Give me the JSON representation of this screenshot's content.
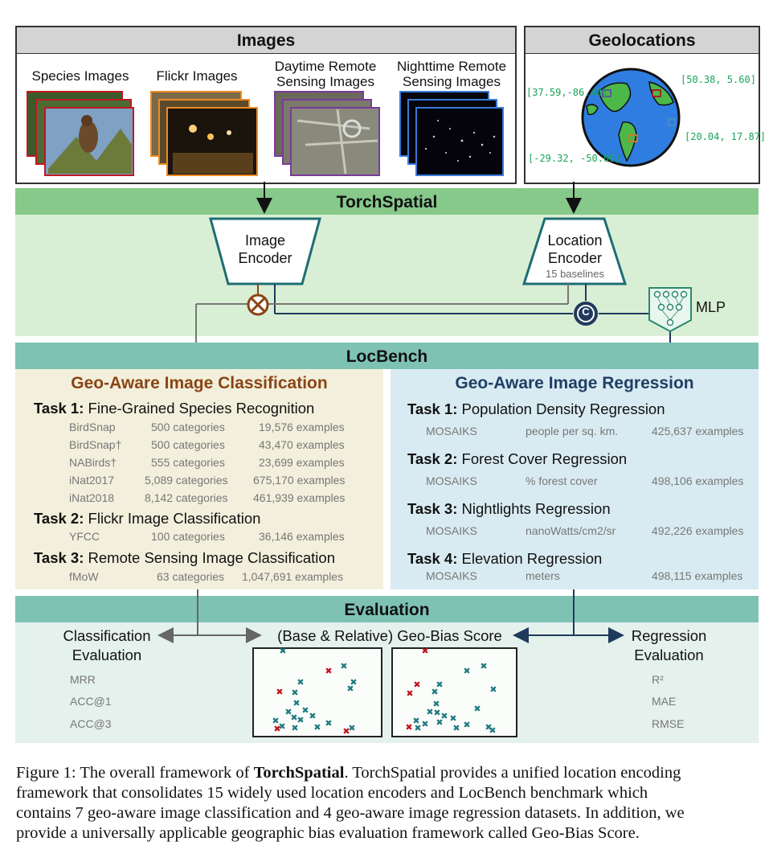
{
  "images_panel": {
    "title": "Images",
    "items": [
      {
        "label_l1": "Species Images",
        "label_l2": ""
      },
      {
        "label_l1": "Flickr Images",
        "label_l2": ""
      },
      {
        "label_l1": "Daytime Remote",
        "label_l2": "Sensing Images"
      },
      {
        "label_l1": "Nighttime Remote",
        "label_l2": "Sensing Images"
      }
    ]
  },
  "geo_panel": {
    "title": "Geolocations",
    "coords": [
      "[37.59,-86.48]",
      "[50.38, 5.60]",
      "[20.04, 17.87]",
      "[-29.32, -50.06]"
    ]
  },
  "torchspatial": {
    "title": "TorchSpatial",
    "image_encoder_l1": "Image",
    "image_encoder_l2": "Encoder",
    "location_encoder_l1": "Location",
    "location_encoder_l2": "Encoder",
    "location_encoder_sub": "15 baselines",
    "mlp_label": "MLP",
    "concat_symbol": "C"
  },
  "locbench": {
    "title": "LocBench",
    "classification": {
      "title": "Geo-Aware Image Classification",
      "tasks": [
        {
          "num": "Task 1:",
          "name": "Fine-Grained Species Recognition",
          "rows": [
            [
              "BirdSnap",
              "500 categories",
              "19,576 examples"
            ],
            [
              "BirdSnap†",
              "500 categories",
              "43,470 examples"
            ],
            [
              "NABirds†",
              "555 categories",
              "23,699 examples"
            ],
            [
              "iNat2017",
              "5,089 categories",
              "675,170 examples"
            ],
            [
              "iNat2018",
              "8,142 categories",
              "461,939 examples"
            ]
          ]
        },
        {
          "num": "Task 2:",
          "name": "Flickr Image Classification",
          "rows": [
            [
              "YFCC",
              "100 categories",
              "36,146 examples"
            ]
          ]
        },
        {
          "num": "Task 3:",
          "name": "Remote Sensing Image Classification",
          "rows": [
            [
              "fMoW",
              "63 categories",
              "1,047,691 examples"
            ]
          ]
        }
      ]
    },
    "regression": {
      "title": "Geo-Aware Image Regression",
      "tasks": [
        {
          "num": "Task 1:",
          "name": "Population Density Regression",
          "row": [
            "MOSAIKS",
            "people per sq. km.",
            "425,637 examples"
          ]
        },
        {
          "num": "Task 2:",
          "name": "Forest Cover Regression",
          "row": [
            "MOSAIKS",
            "% forest cover",
            "498,106 examples"
          ]
        },
        {
          "num": "Task 3:",
          "name": "Nightlights Regression",
          "row": [
            "MOSAIKS",
            "nanoWatts/cm2/sr",
            "492,226 examples"
          ]
        },
        {
          "num": "Task 4:",
          "name": "Elevation Regression",
          "row": [
            "MOSAIKS",
            "meters",
            "498,115 examples"
          ]
        }
      ]
    }
  },
  "evaluation": {
    "title": "Evaluation",
    "class_eval_l1": "Classification",
    "class_eval_l2": "Evaluation",
    "class_metrics": [
      "MRR",
      "ACC@1",
      "ACC@3"
    ],
    "geo_bias": "(Base & Relative) Geo-Bias Score",
    "reg_eval_l1": "Regression",
    "reg_eval_l2": "Evaluation",
    "reg_metrics": [
      "R²",
      "MAE",
      "RMSE"
    ]
  },
  "caption": {
    "l1_a": "Figure 1: The overall framework of ",
    "l1_b": "TorchSpatial",
    "l1_c": ". TorchSpatial provides a unified location encoding",
    "l2": "framework that consolidates 15 widely used location encoders and LocBench benchmark which",
    "l3": "contains 7 geo-aware image classification and 4 geo-aware image regression datasets. In addition, we",
    "l4": "provide a universally applicable geographic bias evaluation framework called Geo-Bias Score."
  },
  "colors": {
    "header_gray": "#d4d4d4",
    "torch_green": "#86c98a",
    "torch_bg": "#d9efd5",
    "loc_teal": "#7ec2b4",
    "class_bg": "#f2efdc",
    "reg_bg": "#d9ebf2",
    "class_title": "#8a4514",
    "reg_title": "#1f3f66",
    "encoder_teal": "#1e6d74",
    "navy": "#1f3a5c",
    "marker_teal": "#1f7a80",
    "marker_red": "#c0141c"
  }
}
